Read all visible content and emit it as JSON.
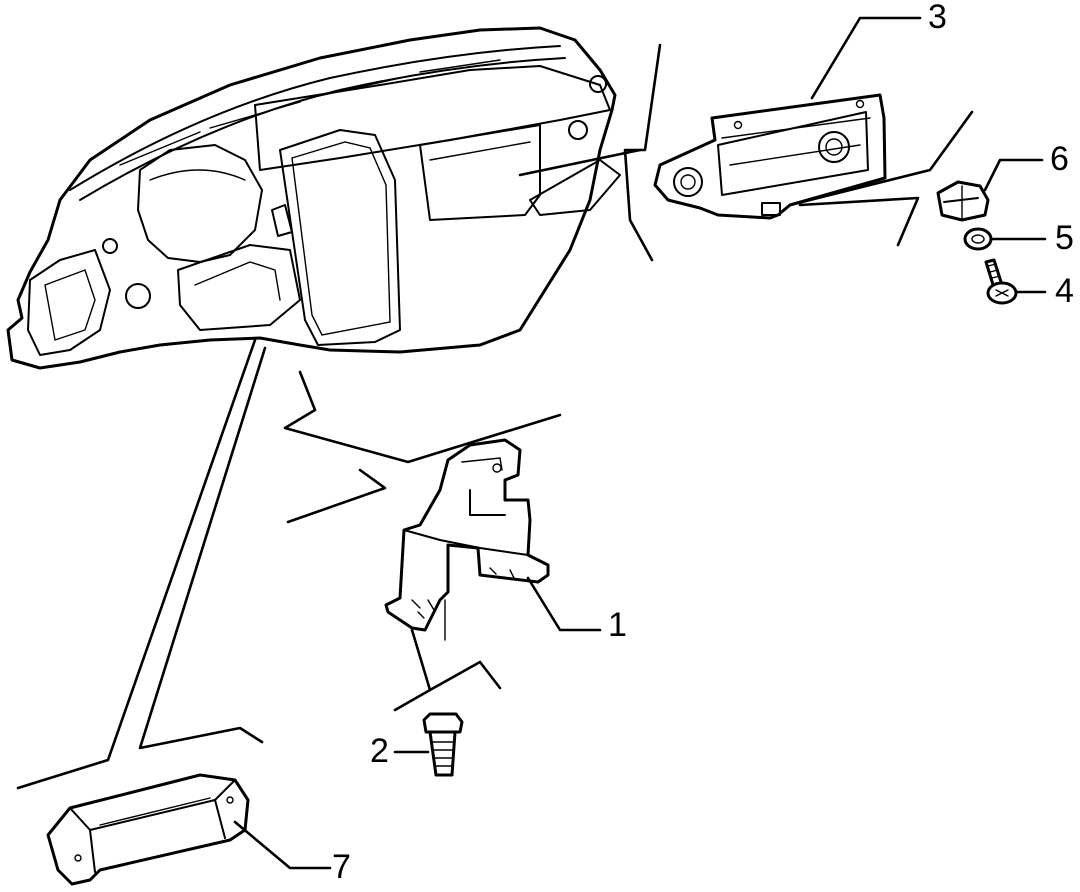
{
  "parts": [
    {
      "id": "dashboard",
      "icon": "dashboard-panel-icon"
    },
    {
      "id": "bracket",
      "label": "1",
      "icon": "bracket-icon"
    },
    {
      "id": "bolt",
      "label": "2",
      "icon": "bolt-icon"
    },
    {
      "id": "radio",
      "label": "3",
      "icon": "radio-unit-icon"
    },
    {
      "id": "screw",
      "label": "4",
      "icon": "screw-icon"
    },
    {
      "id": "washer",
      "label": "5",
      "icon": "washer-icon"
    },
    {
      "id": "clip",
      "label": "6",
      "icon": "clip-nut-icon"
    },
    {
      "id": "pocket",
      "label": "7",
      "icon": "storage-pocket-icon"
    }
  ],
  "colors": {
    "stroke": "#000000",
    "background": "#ffffff"
  }
}
